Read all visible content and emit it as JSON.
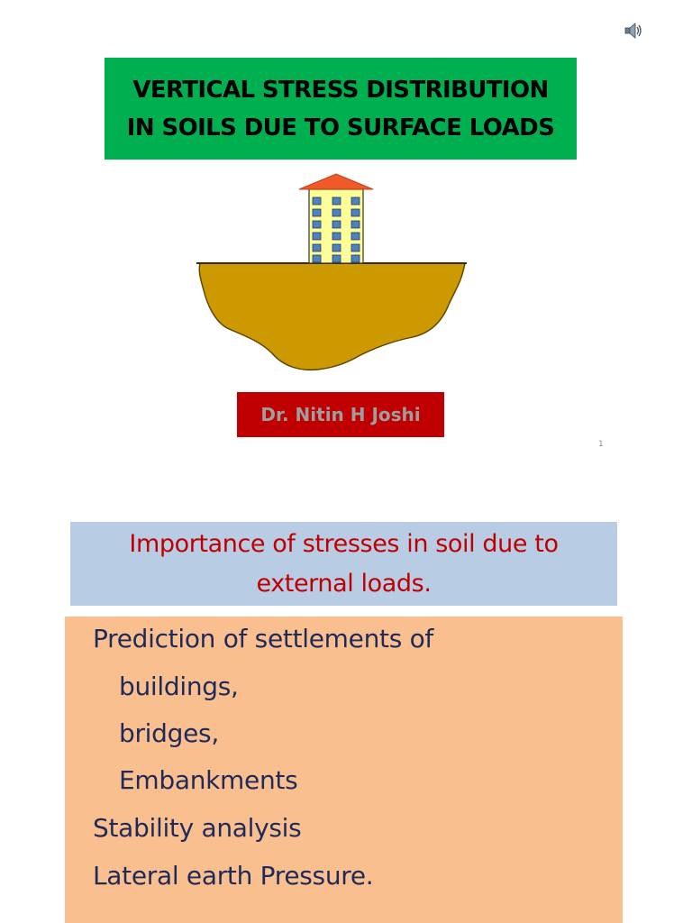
{
  "title": {
    "lines": [
      "VERTICAL STRESS DISTRIBUTION",
      "IN SOILS DUE TO SURFACE LOADS"
    ]
  },
  "author": "Dr. Nitin H Joshi",
  "page_number": "1",
  "section": {
    "heading_lines": [
      "Importance of stresses in soil due to",
      "external loads."
    ],
    "items": [
      "Prediction of settlements of",
      "buildings,",
      "bridges,",
      "Embankments",
      "Stability analysis",
      "Lateral earth Pressure."
    ]
  },
  "icons": {
    "speaker": "speaker-icon"
  },
  "colors": {
    "title_bg": "#00b050",
    "author_bg": "#c00000",
    "heading_bg": "#b8cce4",
    "heading_text": "#c00000",
    "list_bg": "#f9bf8f",
    "list_text": "#1f2a5a",
    "soil": "#cc9900",
    "roof": "#f05a28",
    "building": "#ffff99",
    "windows": "#4f81bd"
  }
}
